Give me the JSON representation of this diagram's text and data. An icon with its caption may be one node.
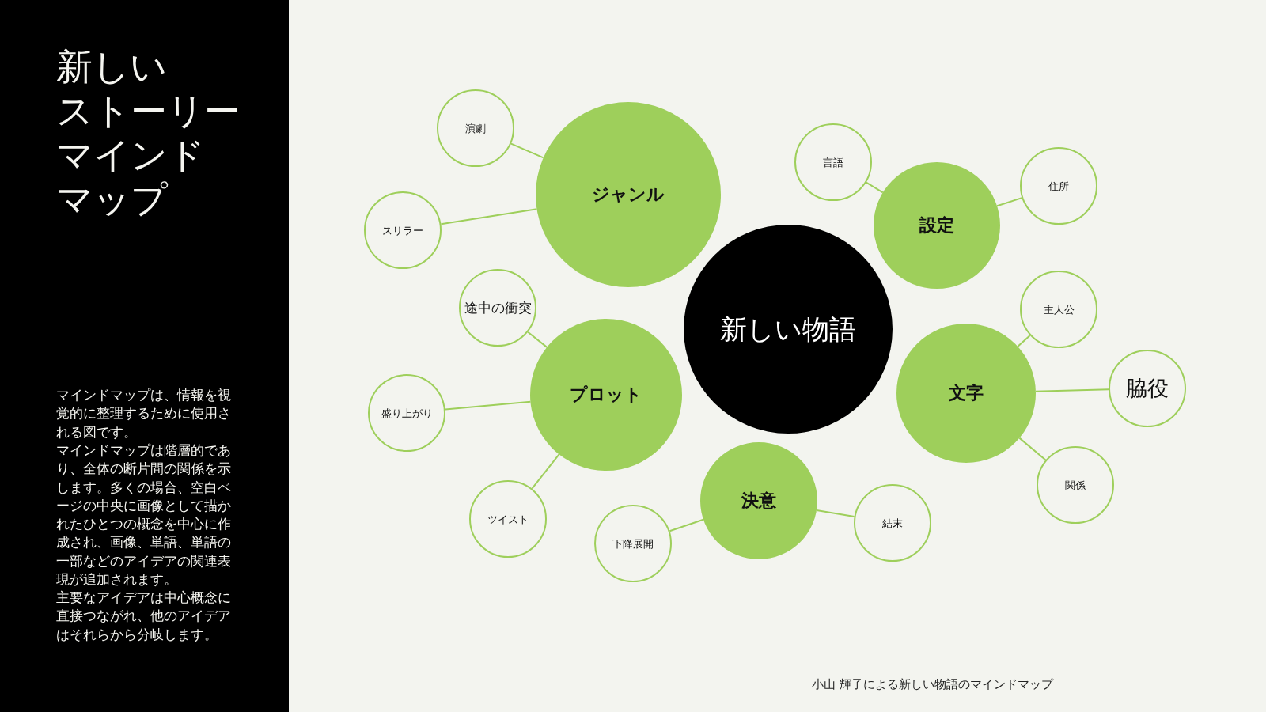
{
  "diagram": {
    "title": "新しいストーリーマインドマップ",
    "nodes": [
      {
        "text": [
          "新しい物語"
        ]
      },
      {
        "text": [
          "ジャンル"
        ]
      },
      {
        "text": [
          "演劇"
        ]
      },
      {
        "text": [
          "スリラー"
        ]
      },
      {
        "text": [
          "設定"
        ]
      },
      {
        "text": [
          "言語"
        ]
      },
      {
        "text": [
          "住所"
        ]
      },
      {
        "text": [
          "文字"
        ]
      },
      {
        "text": [
          "主人公"
        ]
      },
      {
        "text": [
          "脇役"
        ]
      },
      {
        "text": [
          "関係"
        ]
      },
      {
        "text": [
          "決意"
        ]
      },
      {
        "text": [
          "下降展開"
        ]
      },
      {
        "text": [
          "結末"
        ]
      },
      {
        "text": [
          "プロット"
        ]
      },
      {
        "text": [
          "途中の衝突"
        ]
      },
      {
        "text": [
          "盛り上がり"
        ]
      },
      {
        "text": [
          "ツイスト"
        ]
      }
    ],
    "edges": [
      {
        "from": 1,
        "to": 2,
        "arrow": "none"
      },
      {
        "from": 1,
        "to": 3,
        "arrow": "none"
      },
      {
        "from": 4,
        "to": 5,
        "arrow": "none"
      },
      {
        "from": 4,
        "to": 6,
        "arrow": "none"
      },
      {
        "from": 7,
        "to": 8,
        "arrow": "none"
      },
      {
        "from": 7,
        "to": 9,
        "arrow": "none"
      },
      {
        "from": 7,
        "to": 10,
        "arrow": "none"
      },
      {
        "from": 11,
        "to": 12,
        "arrow": "none"
      },
      {
        "from": 11,
        "to": 13,
        "arrow": "none"
      },
      {
        "from": 14,
        "to": 15,
        "arrow": "none"
      },
      {
        "from": 14,
        "to": 16,
        "arrow": "none"
      },
      {
        "from": 14,
        "to": 17,
        "arrow": "none"
      }
    ],
    "labels": [
      "マインドマップは、情報を視覚的に整理するために使用される図です。",
      "マインドマップは階層的であり、全体の断片間の関係を示します。多くの場合、空白ページの中央に画像として描かれたひとつの概念を中心に作成され、画像、単語、単語の一部などのアイデアの関連表現が追加されます。",
      "主要なアイデアは中心概念に直接つながれ、他のアイデアはそれらから分岐します。",
      "小山 輝子による新しい物語のマインドマップ"
    ]
  }
}
